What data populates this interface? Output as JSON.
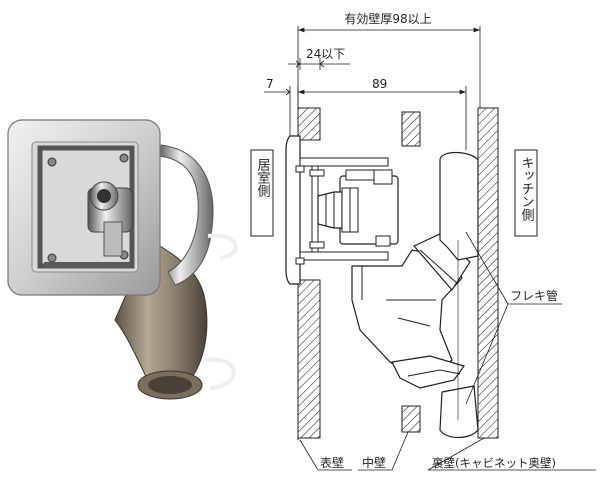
{
  "dimensions": {
    "wall_thickness": "有効壁厚98以上",
    "max_depth": "24以下",
    "flange": "7",
    "body_depth": "89"
  },
  "side_labels": {
    "living": "居室側",
    "kitchen": "キッチン側"
  },
  "callouts": {
    "flex_pipe": "フレキ管",
    "front_wall": "表壁",
    "mid_wall": "中壁",
    "back_wall": "裏壁(キャビネット奥壁)"
  },
  "colors": {
    "line": "#231f20",
    "metal_light": "#d8d8d8",
    "metal_dark": "#6f6f6f",
    "brass": "#8a7d6a"
  }
}
